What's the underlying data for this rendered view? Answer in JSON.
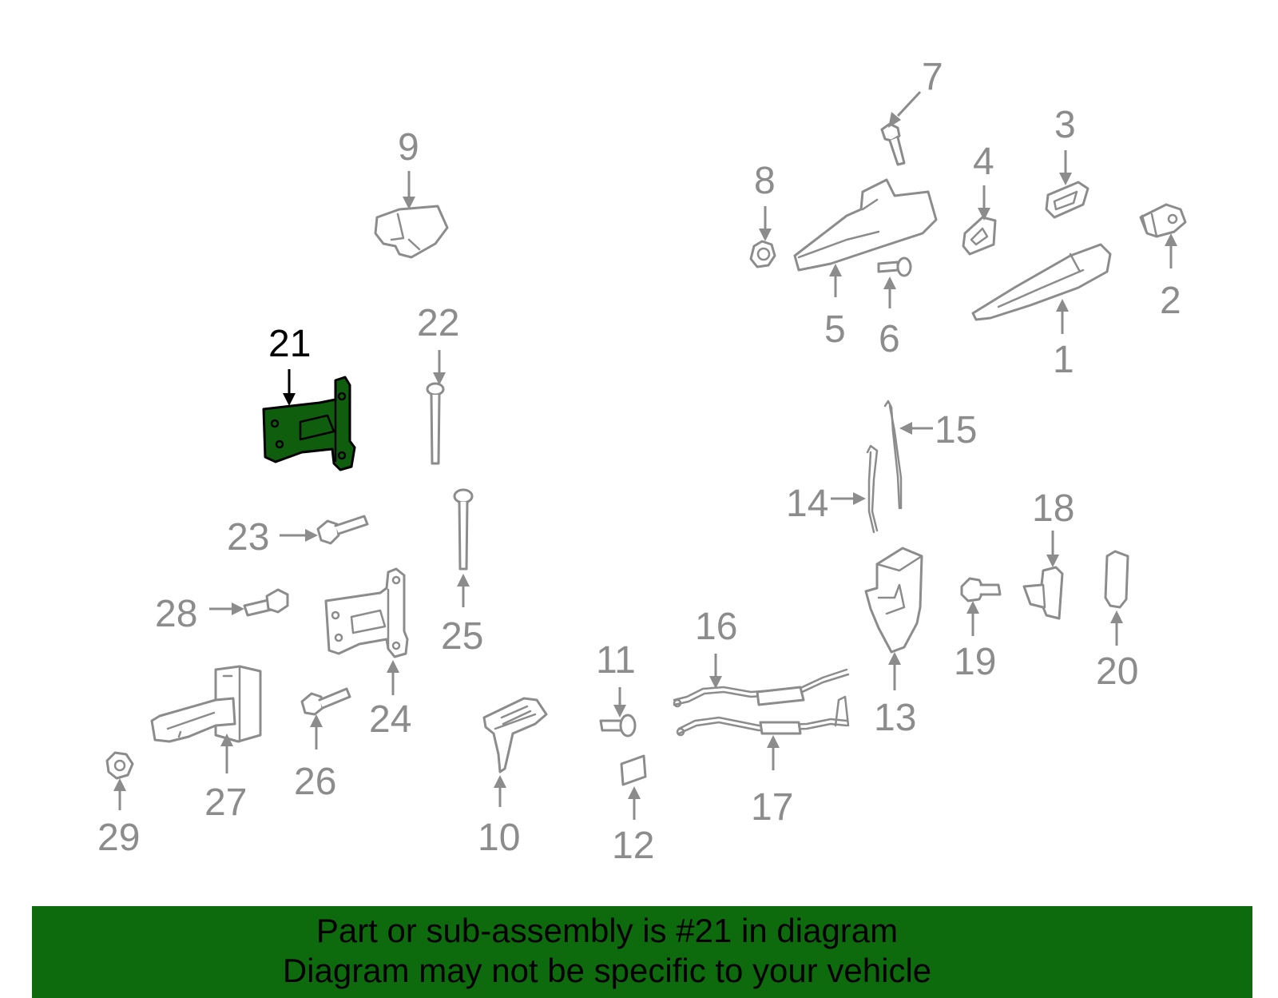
{
  "highlighted_part": "21",
  "colors": {
    "highlight_fill": "#0e5e0e",
    "banner_bg": "#0d6b0d",
    "part_stroke": "#8c8c8c"
  },
  "callouts": {
    "c1": "1",
    "c2": "2",
    "c3": "3",
    "c4": "4",
    "c5": "5",
    "c6": "6",
    "c7": "7",
    "c8": "8",
    "c9": "9",
    "c10": "10",
    "c11": "11",
    "c12": "12",
    "c13": "13",
    "c14": "14",
    "c15": "15",
    "c16": "16",
    "c17": "17",
    "c18": "18",
    "c19": "19",
    "c20": "20",
    "c21": "21",
    "c22": "22",
    "c23": "23",
    "c24": "24",
    "c25": "25",
    "c26": "26",
    "c27": "27",
    "c28": "28",
    "c29": "29"
  },
  "banner": {
    "line1": "Part or sub-assembly is #21 in diagram",
    "line2": "Diagram may not be specific to your vehicle"
  }
}
